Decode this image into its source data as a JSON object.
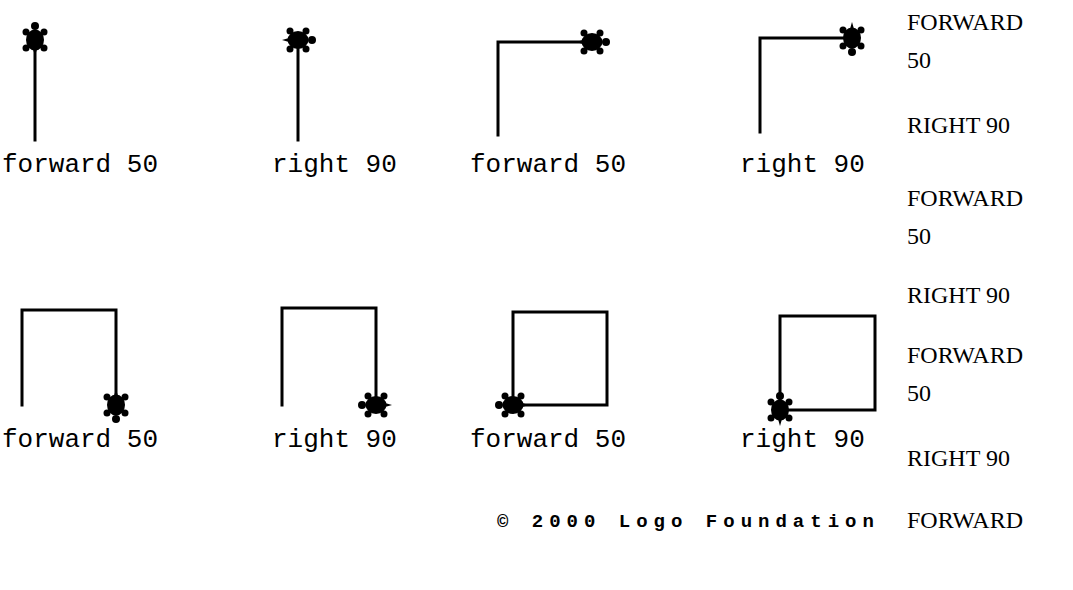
{
  "diagram": {
    "labels": [
      "forward 50",
      "right 90",
      "forward 50",
      "right 90",
      "forward 50",
      "right 90",
      "forward 50",
      "right 90",
      "© 2000 Logo Foundation",
      "FORWARD 50",
      "RIGHT 90",
      "FORWARD 50",
      "RIGHT 90",
      "FORWARD 50",
      "RIGHT 90",
      "FORWARD"
    ]
  }
}
